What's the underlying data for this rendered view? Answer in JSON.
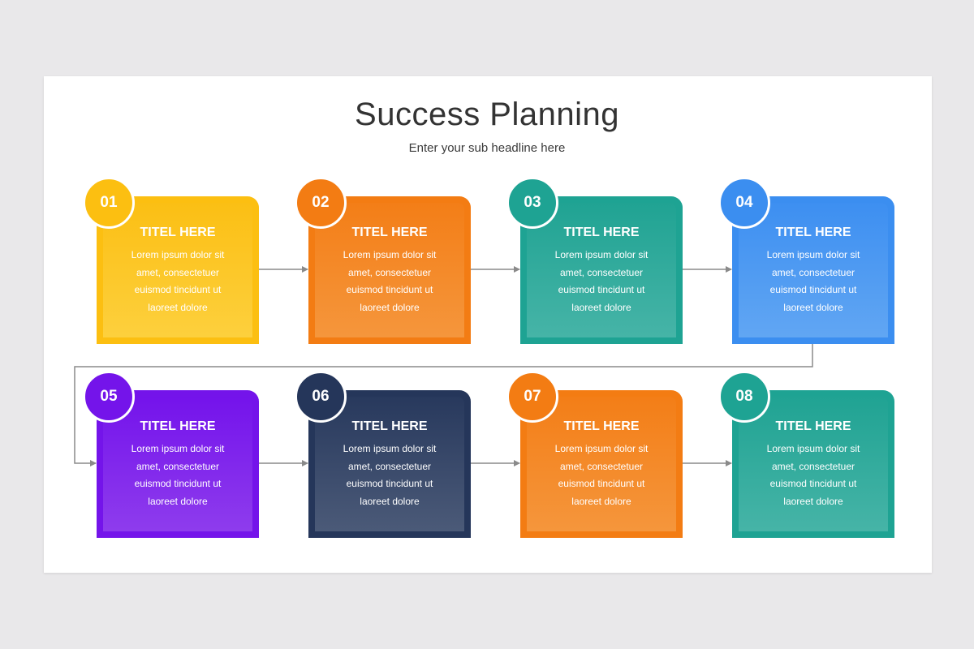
{
  "title": "Success Planning",
  "subtitle": "Enter your sub headline here",
  "steps": [
    {
      "number": "01",
      "title": "TITEL HERE",
      "lines": [
        "Lorem ipsum dolor sit",
        "amet, consectetuer",
        "euismod tincidunt ut",
        "laoreet dolore"
      ],
      "color": "#fcbf11",
      "inner_top": "#fbbf14",
      "inner_bottom": "#fdd03d"
    },
    {
      "number": "02",
      "title": "TITEL HERE",
      "lines": [
        "Lorem ipsum dolor sit",
        "amet, consectetuer",
        "euismod tincidunt ut",
        "laoreet dolore"
      ],
      "color": "#f37c13",
      "inner_top": "#f37e17",
      "inner_bottom": "#f5963c"
    },
    {
      "number": "03",
      "title": "TITEL HERE",
      "lines": [
        "Lorem ipsum dolor sit",
        "amet, consectetuer",
        "euismod tincidunt ut",
        "laoreet dolore"
      ],
      "color": "#1ea393",
      "inner_top": "#20a393",
      "inner_bottom": "#46b4a7"
    },
    {
      "number": "04",
      "title": "TITEL HERE",
      "lines": [
        "Lorem ipsum dolor sit",
        "amet, consectetuer",
        "euismod tincidunt ut",
        "laoreet dolore"
      ],
      "color": "#3b8ef0",
      "inner_top": "#3d8ff1",
      "inner_bottom": "#61a6f3"
    },
    {
      "number": "05",
      "title": "TITEL HERE",
      "lines": [
        "Lorem ipsum dolor sit",
        "amet, consectetuer",
        "euismod tincidunt ut",
        "laoreet dolore"
      ],
      "color": "#7414ea",
      "inner_top": "#7413eb",
      "inner_bottom": "#8e3ced"
    },
    {
      "number": "06",
      "title": "TITEL HERE",
      "lines": [
        "Lorem ipsum dolor sit",
        "amet, consectetuer",
        "euismod tincidunt ut",
        "laoreet dolore"
      ],
      "color": "#25365a",
      "inner_top": "#28395d",
      "inner_bottom": "#4b5a78"
    },
    {
      "number": "07",
      "title": "TITEL HERE",
      "lines": [
        "Lorem ipsum dolor sit",
        "amet, consectetuer",
        "euismod tincidunt ut",
        "laoreet dolore"
      ],
      "color": "#f37c13",
      "inner_top": "#f37e17",
      "inner_bottom": "#f5963c"
    },
    {
      "number": "08",
      "title": "TITEL HERE",
      "lines": [
        "Lorem ipsum dolor sit",
        "amet, consectetuer",
        "euismod tincidunt ut",
        "laoreet dolore"
      ],
      "color": "#1ea393",
      "inner_top": "#20a393",
      "inner_bottom": "#46b4a7"
    }
  ],
  "connector_color": "#8a8a8a"
}
